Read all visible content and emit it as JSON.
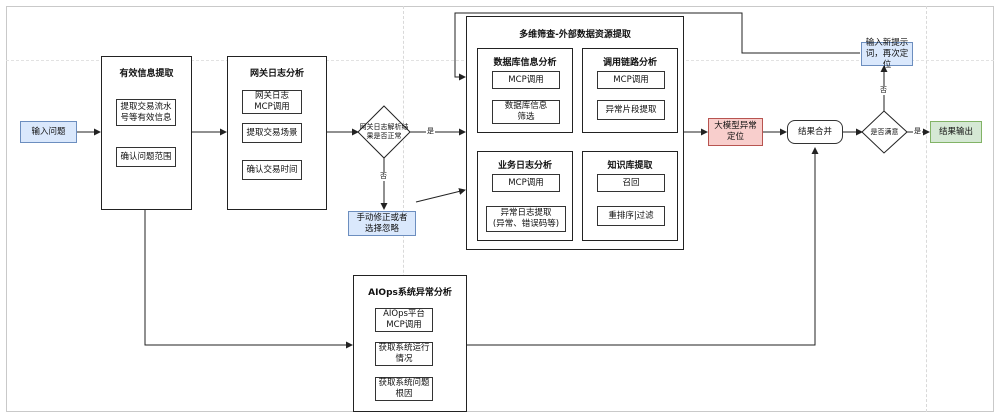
{
  "nodes": {
    "input_question": "输入问题",
    "effective_info": {
      "title": "有效信息提取",
      "items": [
        "提取交易流水号等有效信息",
        "确认问题范围"
      ]
    },
    "gateway_log": {
      "title": "网关日志分析",
      "items": [
        "网关日志\nMCP调用",
        "提取交易场景",
        "确认交易时间"
      ]
    },
    "decision_gateway": "网关日志解析结果是否正常",
    "manual_fix": "手动修正或者\n选择忽略",
    "multi_screen": {
      "title": "多维筛查-外部数据资源提取",
      "db_info": {
        "title": "数据库信息分析",
        "items": [
          "MCP调用",
          "数据库信息\n筛选"
        ]
      },
      "call_chain": {
        "title": "调用链路分析",
        "items": [
          "MCP调用",
          "异常片段提取"
        ]
      },
      "biz_log": {
        "title": "业务日志分析",
        "items": [
          "MCP调用",
          "异常日志提取\n(异常、错误码等)"
        ]
      },
      "knowledge": {
        "title": "知识库提取",
        "items": [
          "召回",
          "重排序|过滤"
        ]
      }
    },
    "llm_locate": "大模型异常\n定位",
    "merge": "结果合并",
    "decision_satisfied": "是否满意",
    "output": "结果输出",
    "re_prompt": "输入新提示\n词，再次定位",
    "aiops": {
      "title": "AIOps系统异常分析",
      "items": [
        "AIOps平台\nMCP调用",
        "获取系统运行\n情况",
        "获取系统问题\n根因"
      ]
    }
  },
  "edge_labels": {
    "yes": "是",
    "no": "否"
  },
  "colors": {
    "blue_fill": "#dae8fc",
    "red_fill": "#f8cecc",
    "green_fill": "#d5e8d4"
  }
}
